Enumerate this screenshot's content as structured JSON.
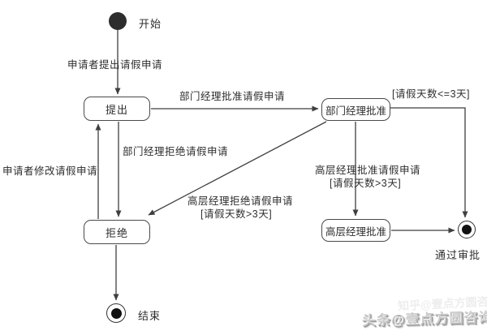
{
  "diagram_type": "uml-state-diagram-leave-approval",
  "terminals": {
    "start": "开始",
    "end": "结束",
    "pass": "通过审批"
  },
  "states": {
    "submit": "提出",
    "dept_approve": "部门经理批准",
    "reject": "拒绝",
    "senior_approve": "高层经理批准"
  },
  "transitions": {
    "submit_request": "申请者提出请假申请",
    "dept_approve_request": "部门经理批准请假申请",
    "days_le3_guard": "[请假天数<=3天]",
    "dept_reject_request": "部门经理拒绝请假申请",
    "modify_request": "申请者修改请假申请",
    "senior_approve_request": "高层经理批准请假申请",
    "senior_approve_guard": "[请假天数>3天]",
    "senior_reject_request": "高层经理拒绝请假申请",
    "senior_reject_guard": "[请假天数>3天]"
  },
  "watermark": {
    "main": "头条@壹点方圆咨询",
    "ghost": "知乎@壹点方圆咨询"
  },
  "colors": {
    "line": "#3f3f3f",
    "text": "#2e2e2e",
    "node_border": "#4a4a4a",
    "node_fill": "#ffffff",
    "start_fill": "#2d2d2d",
    "watermark": "#cccccc"
  }
}
